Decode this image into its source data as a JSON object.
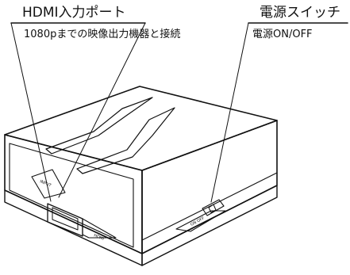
{
  "callouts": {
    "hdmi_input": {
      "title": "HDMI入力ポート",
      "description": "1080pまでの映像出力機器と接続"
    },
    "power_switch": {
      "title": "電源スイッチ",
      "description": "電源ON/OFF"
    }
  },
  "device_markings": {
    "input": "INPUT",
    "hdmi": "HDMI",
    "on_off": "ON OFF"
  }
}
